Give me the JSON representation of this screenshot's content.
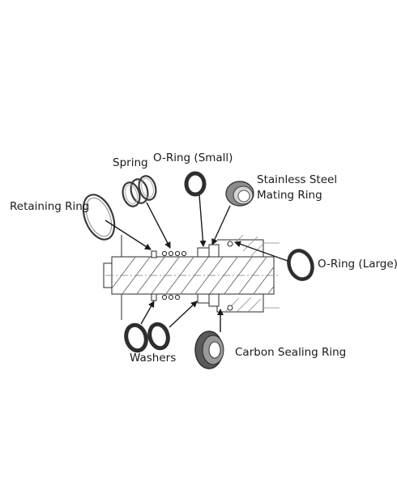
{
  "labels": {
    "retaining_ring": "Retaining Ring",
    "spring": "Spring",
    "oring_small": "O-Ring (Small)",
    "ss_mating_ring_line1": "Stainless Steel",
    "ss_mating_ring_line2": "Mating Ring",
    "oring_large": "O-Ring (Large)",
    "washers": "Washers",
    "carbon_sealing_ring": "Carbon Sealing Ring"
  },
  "colors": {
    "line": "#2a2a2a",
    "part_dark": "#3a3a3a",
    "part_mid": "#7a7a7a",
    "part_light": "#bdbdbd",
    "text": "#1a1a1a"
  }
}
